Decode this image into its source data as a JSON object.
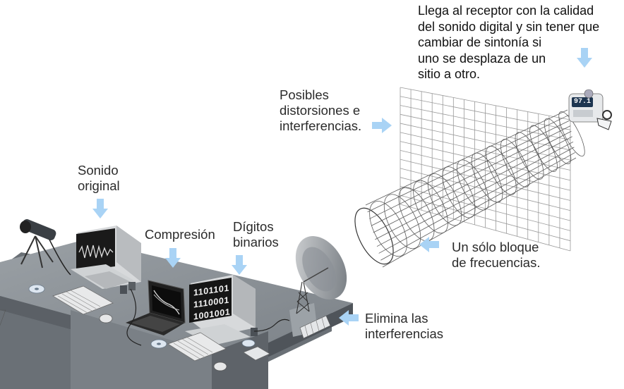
{
  "labels": {
    "receiver_text": "Llega al receptor con la calidad\ndel sonido digital y sin tener que\ncambiar de sintonía si\nuno se desplaza de un\nsitio a otro.",
    "distortions": "Posibles\ndistorsiones e\ninterferencias.",
    "original_sound": "Sonido\noriginal",
    "compression": "Compresión",
    "binary_digits": "Dígitos\nbinarios",
    "single_block": "Un sólo bloque\nde frecuencias.",
    "removes_interference": "Elimina las\ninterferencias"
  },
  "screens": {
    "binary_lines": "1101101\n1110001\n1001001",
    "radio_display": "97.1"
  },
  "colors": {
    "arrow": "#a9d3f5",
    "desk_top": "#8a8f94",
    "desk_front": "#5d6268",
    "grid_line": "#8f8f8f",
    "monitor_body": "#d9dadc",
    "screen": "#161616"
  },
  "icons": [
    "microphone-icon",
    "monitor-icon",
    "keyboard-icon",
    "laptop-icon",
    "mouse-icon",
    "satellite-dish-icon",
    "radio-receiver-icon",
    "cd-icon"
  ]
}
